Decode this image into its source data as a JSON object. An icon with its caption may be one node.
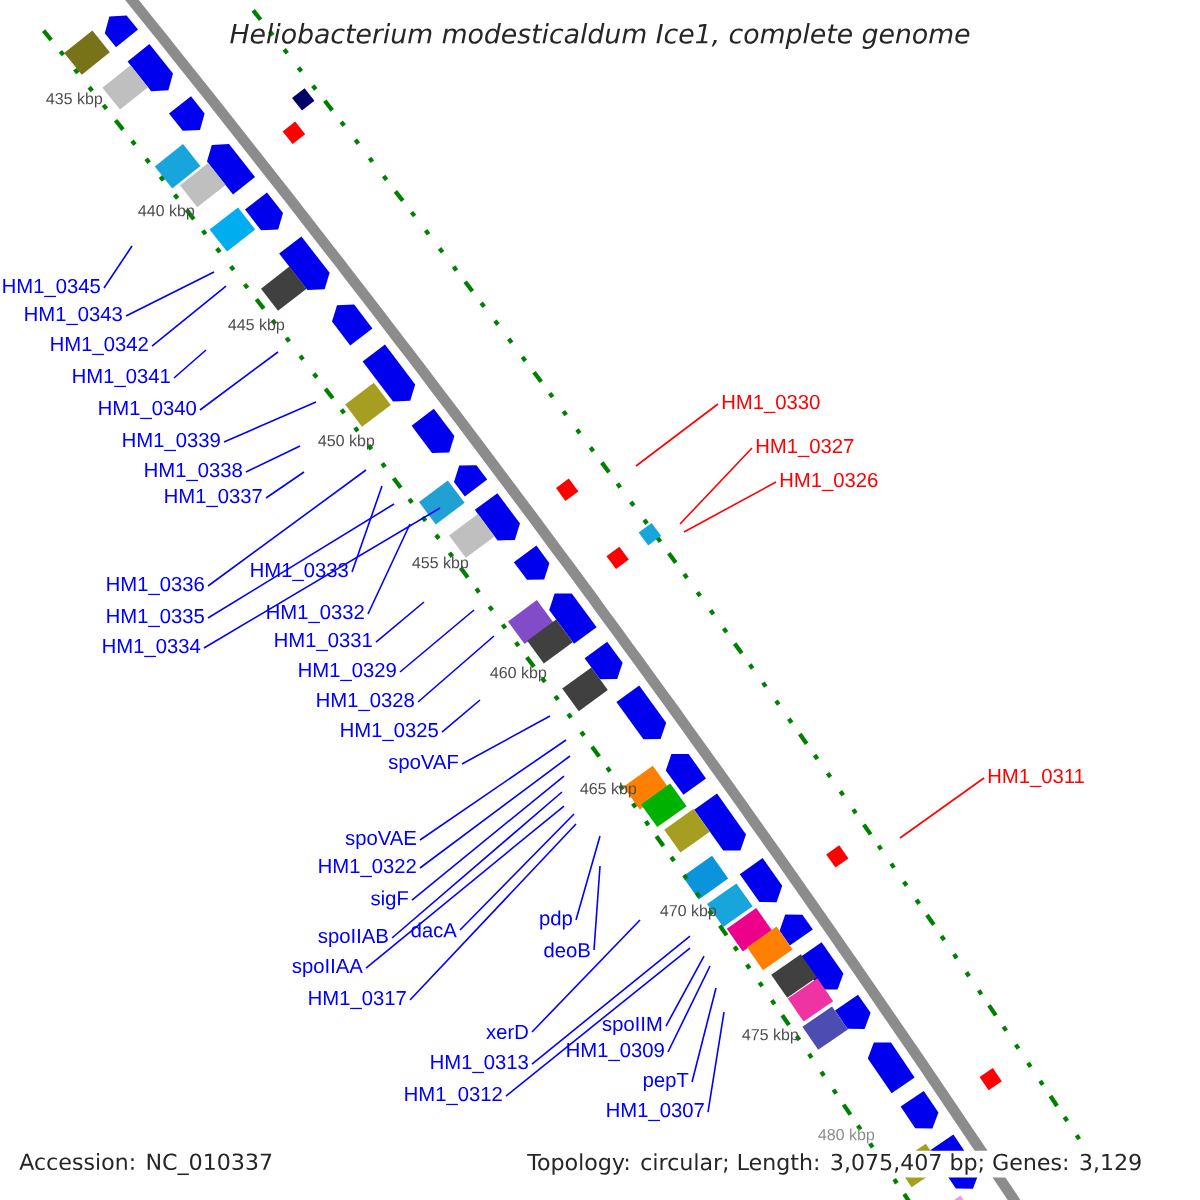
{
  "diagram": {
    "title": "*Heliobacterium modesticaldum* Ice1, complete genome",
    "nodes": [
      {
        "text": [
          "HM1_0345"
        ]
      },
      {
        "text": [
          "HM1_0343"
        ]
      },
      {
        "text": [
          "HM1_0342"
        ]
      },
      {
        "text": [
          "HM1_0341"
        ]
      },
      {
        "text": [
          "HM1_0340"
        ]
      },
      {
        "text": [
          "HM1_0339"
        ]
      },
      {
        "text": [
          "HM1_0338"
        ]
      },
      {
        "text": [
          "HM1_0337"
        ]
      },
      {
        "text": [
          "HM1_0330"
        ]
      },
      {
        "text": [
          "HM1_0327"
        ]
      },
      {
        "text": [
          "HM1_0326"
        ]
      },
      {
        "text": [
          "HM1_0336"
        ]
      },
      {
        "text": [
          "HM1_0333"
        ]
      },
      {
        "text": [
          "HM1_0335"
        ]
      },
      {
        "text": [
          "HM1_0332"
        ]
      },
      {
        "text": [
          "HM1_0334"
        ]
      },
      {
        "text": [
          "HM1_0331"
        ]
      },
      {
        "text": [
          "HM1_0329"
        ]
      },
      {
        "text": [
          "HM1_0328"
        ]
      },
      {
        "text": [
          "HM1_0325"
        ]
      },
      {
        "text": [
          "spoVAF"
        ]
      },
      {
        "text": [
          "HM1_0311"
        ]
      },
      {
        "text": [
          "spoVAE"
        ]
      },
      {
        "text": [
          "HM1_0322"
        ]
      },
      {
        "text": [
          "sigF"
        ]
      },
      {
        "text": [
          "pdp"
        ]
      },
      {
        "text": [
          "dacA"
        ]
      },
      {
        "text": [
          "spoIIAB"
        ]
      },
      {
        "text": [
          "deoB"
        ]
      },
      {
        "text": [
          "spoIIAA"
        ]
      },
      {
        "text": [
          "HM1_0317"
        ]
      },
      {
        "text": [
          "spoIIM"
        ]
      },
      {
        "text": [
          "xerD"
        ]
      },
      {
        "text": [
          "HM1_0309"
        ]
      },
      {
        "text": [
          "HM1_0313"
        ]
      },
      {
        "text": [
          "pepT"
        ]
      },
      {
        "text": [
          "HM1_0312"
        ]
      },
      {
        "text": [
          "HM1_0307"
        ]
      }
    ],
    "edges": [
      {
        "from": 0,
        "to": null,
        "arrow": "none"
      },
      {
        "from": 1,
        "to": null,
        "arrow": "none"
      },
      {
        "from": 2,
        "to": null,
        "arrow": "none"
      },
      {
        "from": 3,
        "to": null,
        "arrow": "none"
      },
      {
        "from": 4,
        "to": null,
        "arrow": "none"
      },
      {
        "from": 5,
        "to": null,
        "arrow": "none"
      },
      {
        "from": 6,
        "to": null,
        "arrow": "none"
      },
      {
        "from": 7,
        "to": null,
        "arrow": "none"
      },
      {
        "from": 8,
        "to": null,
        "arrow": "none",
        "color": "#ff0000"
      },
      {
        "from": 9,
        "to": null,
        "arrow": "none",
        "color": "#ff0000"
      },
      {
        "from": 10,
        "to": null,
        "arrow": "none",
        "color": "#ff0000"
      },
      {
        "from": 11,
        "to": null,
        "arrow": "none"
      },
      {
        "from": 12,
        "to": null,
        "arrow": "none"
      },
      {
        "from": 13,
        "to": null,
        "arrow": "none"
      },
      {
        "from": 14,
        "to": null,
        "arrow": "none"
      },
      {
        "from": 15,
        "to": null,
        "arrow": "none"
      },
      {
        "from": 16,
        "to": null,
        "arrow": "none"
      },
      {
        "from": 17,
        "to": null,
        "arrow": "none"
      },
      {
        "from": 18,
        "to": null,
        "arrow": "none"
      },
      {
        "from": 19,
        "to": null,
        "arrow": "none"
      },
      {
        "from": 20,
        "to": null,
        "arrow": "none"
      },
      {
        "from": 21,
        "to": null,
        "arrow": "none",
        "color": "#ff0000"
      },
      {
        "from": 22,
        "to": null,
        "arrow": "none"
      },
      {
        "from": 23,
        "to": null,
        "arrow": "none"
      },
      {
        "from": 24,
        "to": null,
        "arrow": "none"
      },
      {
        "from": 25,
        "to": null,
        "arrow": "none"
      },
      {
        "from": 26,
        "to": null,
        "arrow": "none"
      },
      {
        "from": 27,
        "to": null,
        "arrow": "none"
      },
      {
        "from": 28,
        "to": null,
        "arrow": "none"
      },
      {
        "from": 29,
        "to": null,
        "arrow": "none"
      },
      {
        "from": 30,
        "to": null,
        "arrow": "none"
      },
      {
        "from": 31,
        "to": null,
        "arrow": "none"
      },
      {
        "from": 32,
        "to": null,
        "arrow": "none"
      },
      {
        "from": 33,
        "to": null,
        "arrow": "none"
      },
      {
        "from": 34,
        "to": null,
        "arrow": "none"
      },
      {
        "from": 35,
        "to": null,
        "arrow": "none"
      },
      {
        "from": 36,
        "to": null,
        "arrow": "none"
      },
      {
        "from": 37,
        "to": null,
        "arrow": "none"
      }
    ],
    "labels": [
      "435 kbp",
      "440 kbp",
      "445 kbp",
      "450 kbp",
      "455 kbp",
      "460 kbp",
      "465 kbp",
      "470 kbp",
      "475 kbp",
      "480 kbp",
      "Accession: NC_010337",
      "Topology: circular; Length: 3,075,407 bp; Genes: 3,129"
    ]
  }
}
